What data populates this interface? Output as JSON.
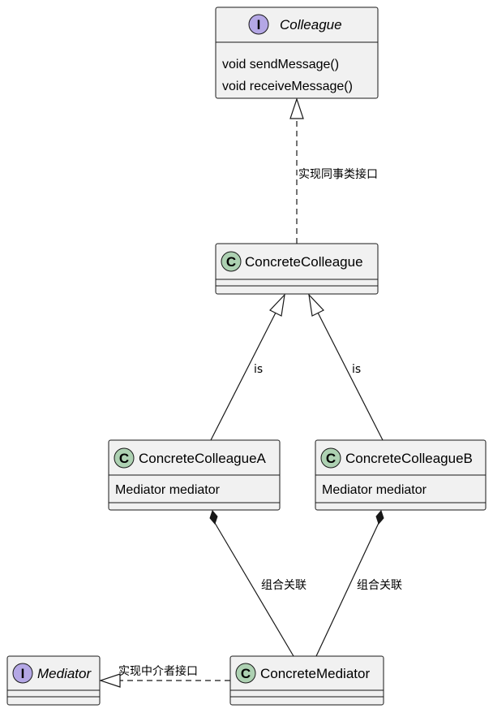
{
  "colors": {
    "class_badge": "#add1b2",
    "interface_badge": "#b4a7e5",
    "box_fill": "#f1f1f1",
    "line": "#181818"
  },
  "classes": {
    "colleague": {
      "kind": "interface",
      "badge": "I",
      "name": "Colleague",
      "members": [
        "void sendMessage()",
        "void receiveMessage()"
      ]
    },
    "concrete_colleague": {
      "kind": "class",
      "badge": "C",
      "name": "ConcreteColleague",
      "members": []
    },
    "concrete_colleague_a": {
      "kind": "class",
      "badge": "C",
      "name": "ConcreteColleagueA",
      "members": [
        "Mediator mediator"
      ]
    },
    "concrete_colleague_b": {
      "kind": "class",
      "badge": "C",
      "name": "ConcreteColleagueB",
      "members": [
        "Mediator mediator"
      ]
    },
    "mediator": {
      "kind": "interface",
      "badge": "I",
      "name": "Mediator",
      "members": []
    },
    "concrete_mediator": {
      "kind": "class",
      "badge": "C",
      "name": "ConcreteMediator",
      "members": []
    }
  },
  "relations": {
    "colleague_realization": {
      "from": "ConcreteColleague",
      "to": "Colleague",
      "type": "realization",
      "label": "实现同事类接口"
    },
    "a_is": {
      "from": "ConcreteColleagueA",
      "to": "ConcreteColleague",
      "type": "inheritance",
      "label": "is"
    },
    "b_is": {
      "from": "ConcreteColleagueB",
      "to": "ConcreteColleague",
      "type": "inheritance",
      "label": "is"
    },
    "a_composition": {
      "from": "ConcreteColleagueA",
      "to": "ConcreteMediator",
      "type": "composition",
      "label": "组合关联"
    },
    "b_composition": {
      "from": "ConcreteColleagueB",
      "to": "ConcreteMediator",
      "type": "composition",
      "label": "组合关联"
    },
    "mediator_realization": {
      "from": "ConcreteMediator",
      "to": "Mediator",
      "type": "realization",
      "label": "实现中介者接口"
    }
  }
}
